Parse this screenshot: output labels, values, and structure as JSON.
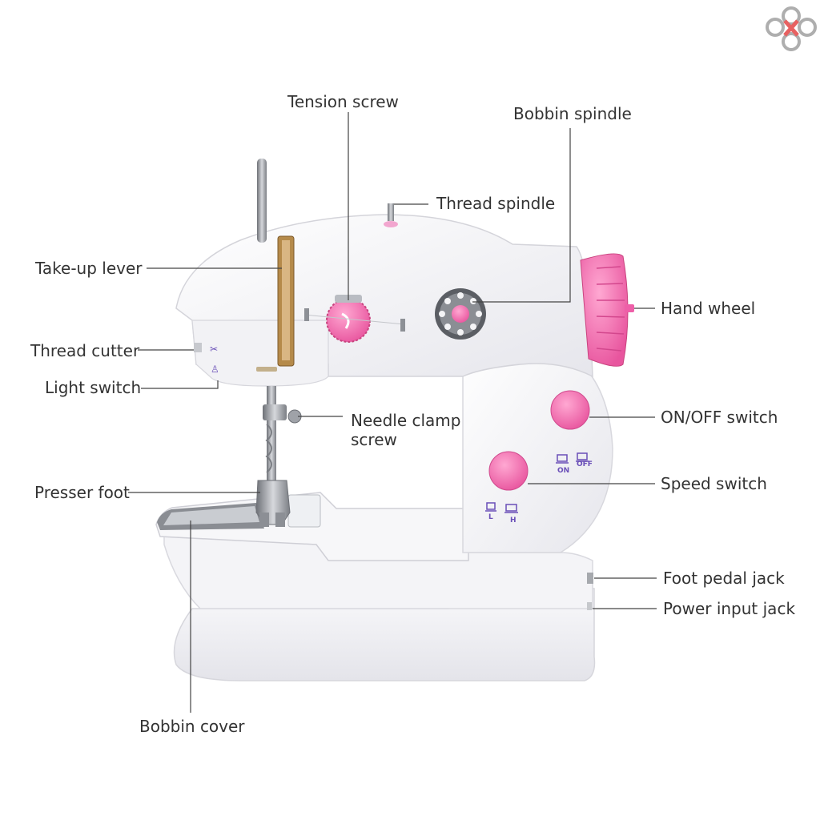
{
  "diagram": {
    "labels": [
      {
        "id": "tension-screw",
        "text": "Tension screw"
      },
      {
        "id": "bobbin-spindle",
        "text": "Bobbin spindle"
      },
      {
        "id": "thread-spindle",
        "text": "Thread spindle"
      },
      {
        "id": "take-up-lever",
        "text": "Take-up lever"
      },
      {
        "id": "hand-wheel",
        "text": "Hand wheel"
      },
      {
        "id": "thread-cutter",
        "text": "Thread cutter"
      },
      {
        "id": "light-switch",
        "text": "Light switch"
      },
      {
        "id": "needle-clamp-screw",
        "text": "Needle clamp\nscrew"
      },
      {
        "id": "on-off-switch",
        "text": "ON/OFF switch"
      },
      {
        "id": "speed-switch",
        "text": "Speed switch"
      },
      {
        "id": "presser-foot",
        "text": "Presser foot"
      },
      {
        "id": "foot-pedal-jack",
        "text": "Foot pedal jack"
      },
      {
        "id": "power-input-jack",
        "text": "Power input jack"
      },
      {
        "id": "bobbin-cover",
        "text": "Bobbin cover"
      }
    ],
    "control_marks": {
      "on": "ON",
      "off": "OFF",
      "low": "L",
      "high": "H"
    },
    "colors": {
      "body": "#f6f6f8",
      "accent_pink": "#ee5fa8",
      "leader_line": "#444444",
      "metal": "#9a9da3",
      "marking": "#6a4fb8"
    }
  }
}
